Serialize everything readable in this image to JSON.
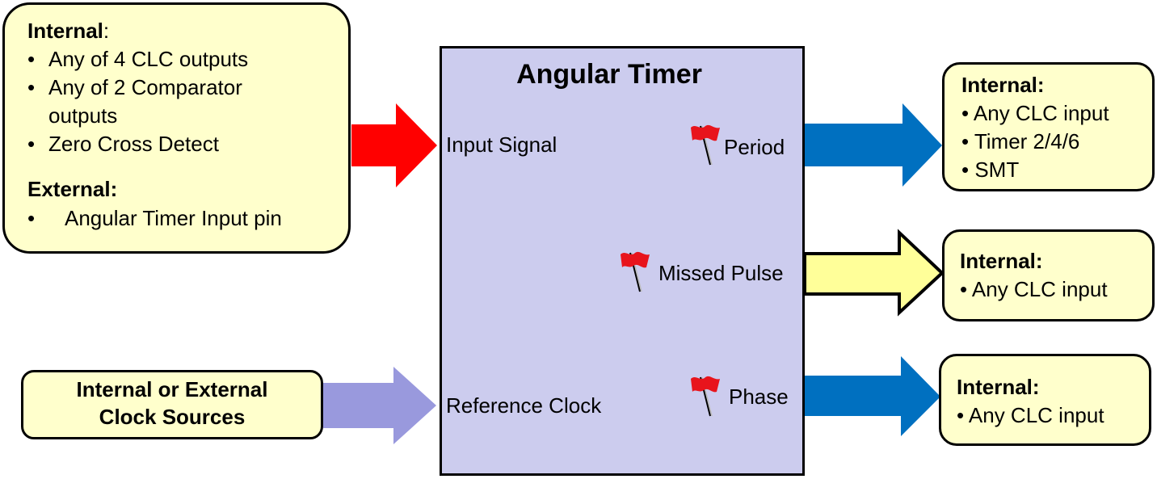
{
  "input_sources": {
    "internal_heading": "Internal",
    "internal_colon": ":",
    "internal_items": [
      "Any of 4 CLC outputs",
      "Any of 2 Comparator outputs",
      "Zero Cross Detect"
    ],
    "external_heading": "External:",
    "external_items": [
      "Angular Timer Input pin"
    ]
  },
  "clock_sources": {
    "line1": "Internal or External",
    "line2": "Clock Sources"
  },
  "angular_timer": {
    "title": "Angular Timer",
    "input_signal_label": "Input Signal",
    "reference_clock_label": "Reference Clock",
    "period_label": "Period",
    "missed_pulse_label": "Missed Pulse",
    "phase_label": "Phase"
  },
  "period_outputs": {
    "heading": "Internal:",
    "items": [
      "Any CLC input",
      "Timer 2/4/6",
      "SMT"
    ]
  },
  "missed_pulse_outputs": {
    "heading": "Internal:",
    "items": [
      "Any CLC input"
    ]
  },
  "phase_outputs": {
    "heading": "Internal:",
    "items": [
      "Any CLC input"
    ]
  },
  "colors": {
    "box_fill": "#ffffcc",
    "timer_fill": "#ccccee",
    "input_arrow": "#ff0000",
    "clock_arrow": "#9999dd",
    "period_arrow": "#0070c0",
    "missed_pulse_arrow": "#ffff99",
    "phase_arrow": "#0070c0",
    "flag": "#e8141c"
  },
  "icons": {
    "flag": "red-flag-icon",
    "arrow": "block-arrow-icon",
    "bullet": "•"
  }
}
